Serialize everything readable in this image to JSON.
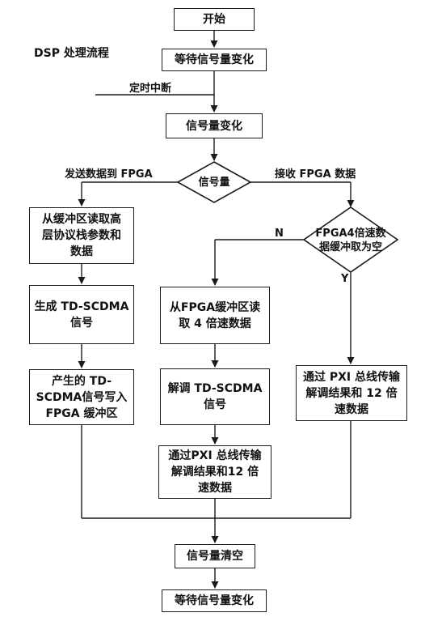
{
  "title": "DSP 处理流程",
  "nodes": {
    "start": "开始",
    "wait1": "等待信号量变化",
    "change": "信号量变化",
    "decision": "信号量",
    "read_buffer": "从缓冲区读取高\n层协议栈参数和\n数据",
    "fpga_check": "FPGA4倍速数\n据缓冲取为空",
    "generate": "生成 TD-SCDMA\n信号",
    "read_fpga": "从FPGA缓冲区读\n取 4 倍速数据",
    "write_fpga": "产生的 TD-\nSCDMA信号写入\nFPGA 缓冲区",
    "demod": "解调 TD-SCDMA\n信号",
    "pxi_right": "通过 PXI 总线传输\n解调结果和 12 倍\n速数据",
    "pxi_mid": "通过PXI 总线传输\n解调结果和12 倍\n速数据",
    "clear": "信号量清空",
    "wait2": "等待信号量变化"
  },
  "labels": {
    "timer": "定时中断",
    "send": "发送数据到 FPGA",
    "receive": "接收 FPGA 数据",
    "no": "N",
    "yes": "Y"
  }
}
